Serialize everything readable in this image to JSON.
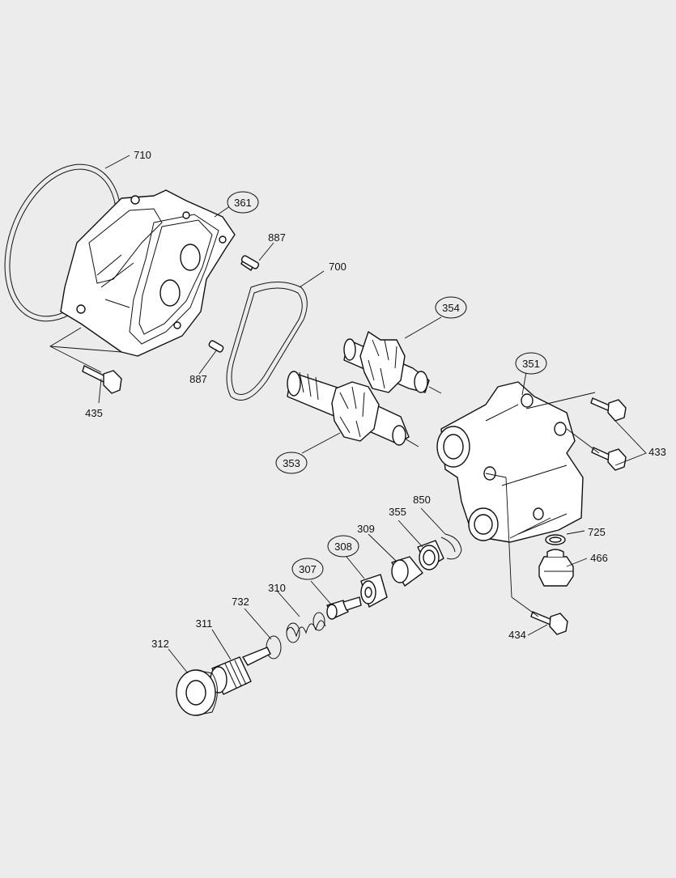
{
  "diagram": {
    "part_numbers": {
      "p710": "710",
      "p361": "361",
      "p887a": "887",
      "p887b": "887",
      "p700": "700",
      "p354": "354",
      "p435": "435",
      "p351": "351",
      "p353": "353",
      "p433": "433",
      "p850": "850",
      "p355": "355",
      "p309": "309",
      "p308": "308",
      "p725": "725",
      "p466": "466",
      "p307": "307",
      "p310": "310",
      "p732": "732",
      "p311": "311",
      "p312": "312",
      "p434": "434"
    },
    "circled_labels": [
      "361",
      "354",
      "351",
      "353",
      "307",
      "308"
    ]
  }
}
